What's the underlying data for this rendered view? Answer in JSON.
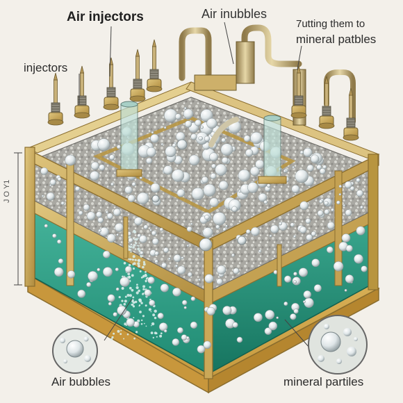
{
  "labels": {
    "air_injectors": "Air injectors",
    "injectors": "injectors",
    "air_inubbles": "Air inubbles",
    "putting_line1": "7utting them to",
    "putting_line2": "mineral patbles",
    "air_bubbles": "Air bubbles",
    "mineral_partiles": "mineral partiles",
    "scale_mark": "J O Y1"
  },
  "colors": {
    "background": "#f3f0ea",
    "frame_gold": "#c9a95c",
    "frame_dark": "#8a6d2e",
    "water_teal": "#2e9c84",
    "water_light": "#6cc4ae",
    "gravel": "#b9b8b2",
    "bubble": "#e8eef0",
    "base_sand": "#d9b35a"
  },
  "icons": {
    "injector": "injector-nozzle-icon",
    "bubble_inset": "bubble-magnifier-icon",
    "mineral_inset": "mineral-magnifier-icon"
  }
}
